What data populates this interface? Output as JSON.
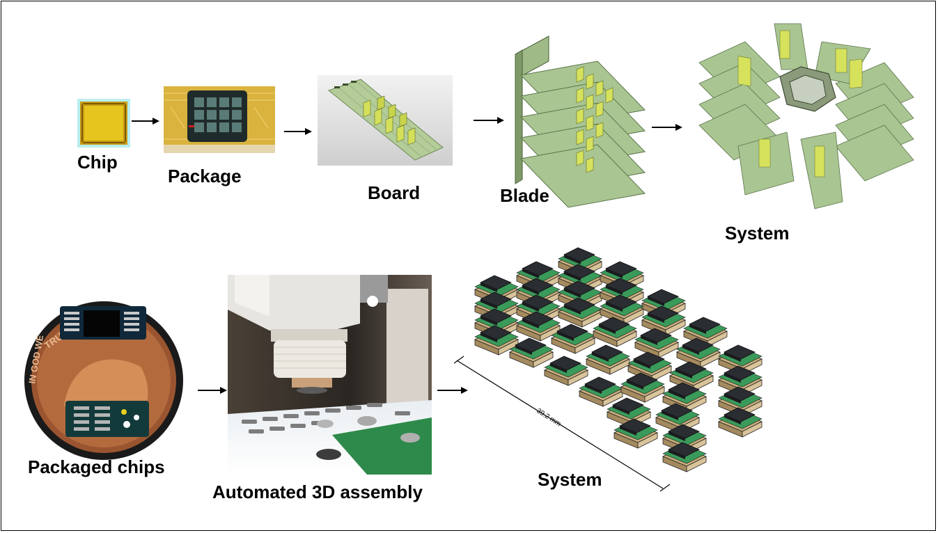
{
  "top_row": {
    "chip_label": "Chip",
    "package_label": "Package",
    "board_label": "Board",
    "blade_label": "Blade",
    "system_label": "System"
  },
  "bottom_row": {
    "packaged_chips_label": "Packaged chips",
    "assembly_label": "Automated 3D assembly",
    "system_label": "System",
    "dimension_label": "39.2 mm"
  },
  "coin_text": {
    "trust": "TRUST",
    "god": "IN GOD WE"
  },
  "colors": {
    "chip_gold": "#e2c021",
    "board_green": "#a7c48a",
    "module_dark": "#2f3236",
    "module_tan": "#d4b98a",
    "copper": "#a8643a"
  }
}
